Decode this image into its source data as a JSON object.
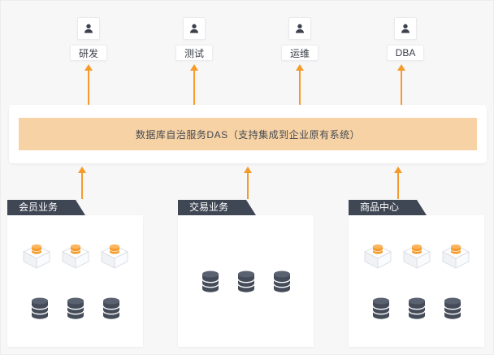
{
  "roles": [
    {
      "label": "研发",
      "icon": "person-icon"
    },
    {
      "label": "测试",
      "icon": "person-icon"
    },
    {
      "label": "运维",
      "icon": "person-icon"
    },
    {
      "label": "DBA",
      "icon": "person-icon"
    }
  ],
  "das": {
    "label": "数据库自治服务DAS（支持集成到企业原有系统）"
  },
  "groups": [
    {
      "label": "会员业务",
      "icon_rows": [
        {
          "icon": "box-db-icon",
          "count": 3
        },
        {
          "icon": "database-cylinder-icon",
          "count": 3
        }
      ]
    },
    {
      "label": "交易业务",
      "icon_rows": [
        {
          "icon": "database-cylinder-icon",
          "count": 3
        }
      ]
    },
    {
      "label": "商品中心",
      "icon_rows": [
        {
          "icon": "box-db-icon",
          "count": 3
        },
        {
          "icon": "database-cylinder-icon",
          "count": 3
        }
      ]
    }
  ],
  "colors": {
    "background": "#f7f7f8",
    "arrow": "#f59b2c",
    "das_bar": "#f7d2a4",
    "group_tab": "#3f4654",
    "db_orange": "#f59b2c",
    "db_dark": "#454c59"
  }
}
